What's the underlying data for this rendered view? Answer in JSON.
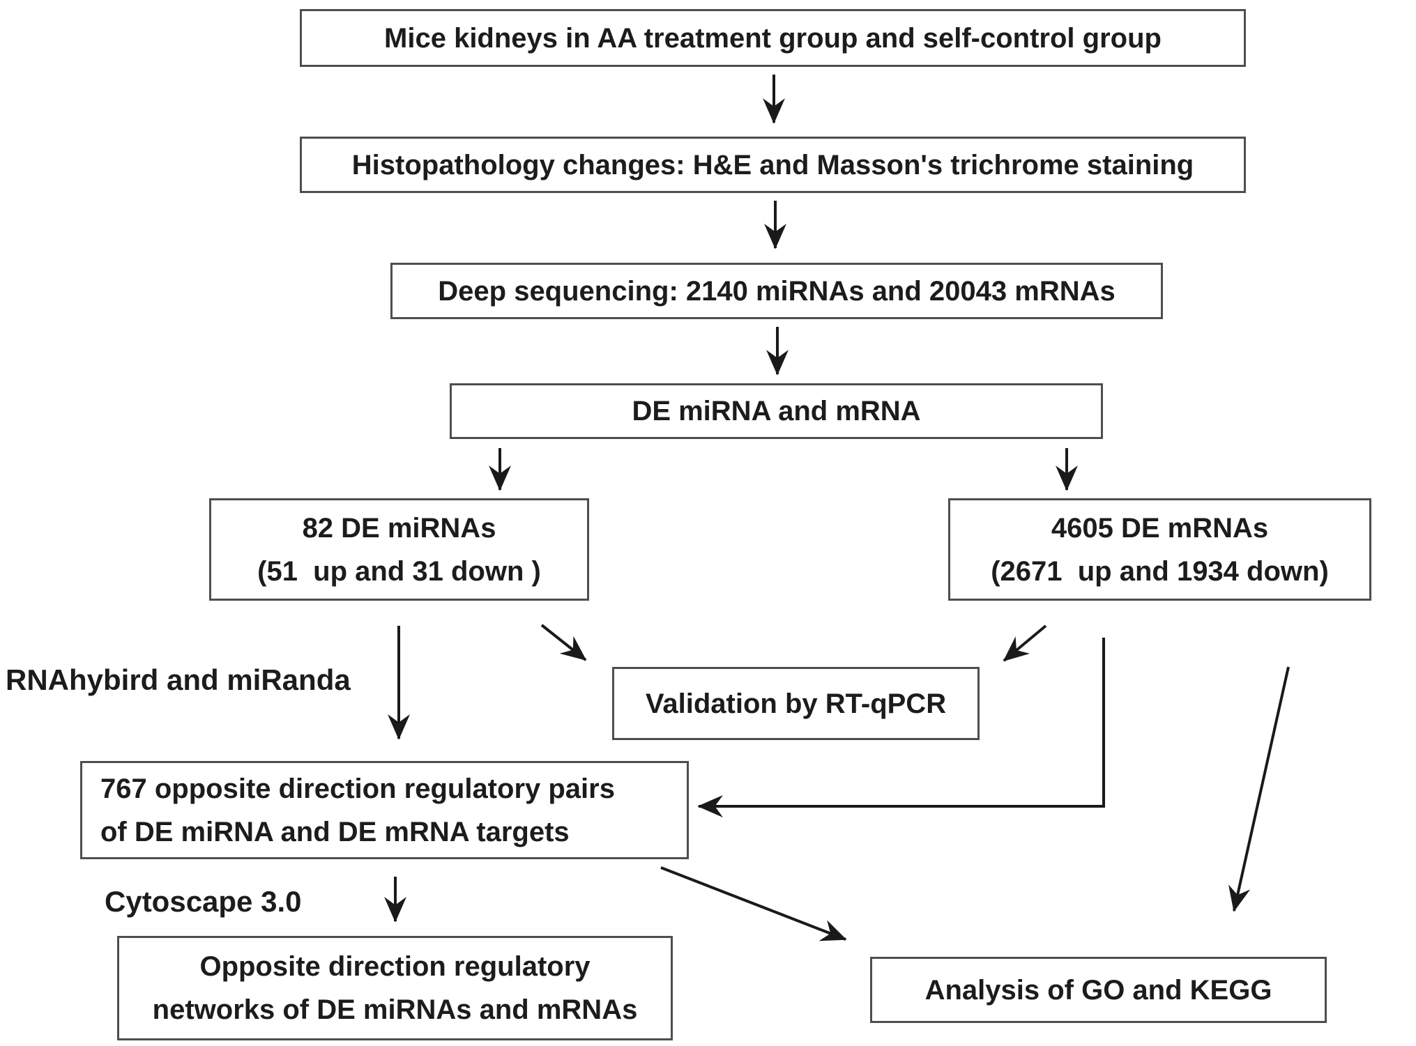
{
  "diagram": {
    "title": "miRNA-mRNA analysis workflow flowchart",
    "nodes": {
      "mice": {
        "label": "Mice kidneys in AA treatment group and self-control group"
      },
      "histopathology": {
        "label": "Histopathology changes: H&E and Masson's trichrome staining"
      },
      "sequencing": {
        "label": "Deep sequencing: 2140 miRNAs and 20043 mRNAs"
      },
      "de": {
        "label": "DE miRNA and mRNA"
      },
      "mirnas": {
        "line1": "82 DE miRNAs",
        "line2": "(51  up and 31 down )"
      },
      "mrnas": {
        "line1": "4605 DE mRNAs",
        "line2": "(2671  up and 1934 down)"
      },
      "validation": {
        "label": "Validation by RT-qPCR"
      },
      "pairs": {
        "line1": "767 opposite direction regulatory pairs",
        "line2": "of DE miRNA and DE mRNA targets"
      },
      "networks": {
        "line1": "Opposite direction regulatory",
        "line2": "networks of DE miRNAs and mRNAs"
      },
      "go_kegg": {
        "label": "Analysis of GO and KEGG"
      }
    },
    "edge_labels": {
      "tools": "RNAhybird and miRanda",
      "cytoscape": "Cytoscape 3.0"
    },
    "colors": {
      "background": "#ffffff",
      "box_border": "#4e4e4e",
      "text": "#1c1c1c",
      "arrow": "#1a1a1a"
    }
  }
}
